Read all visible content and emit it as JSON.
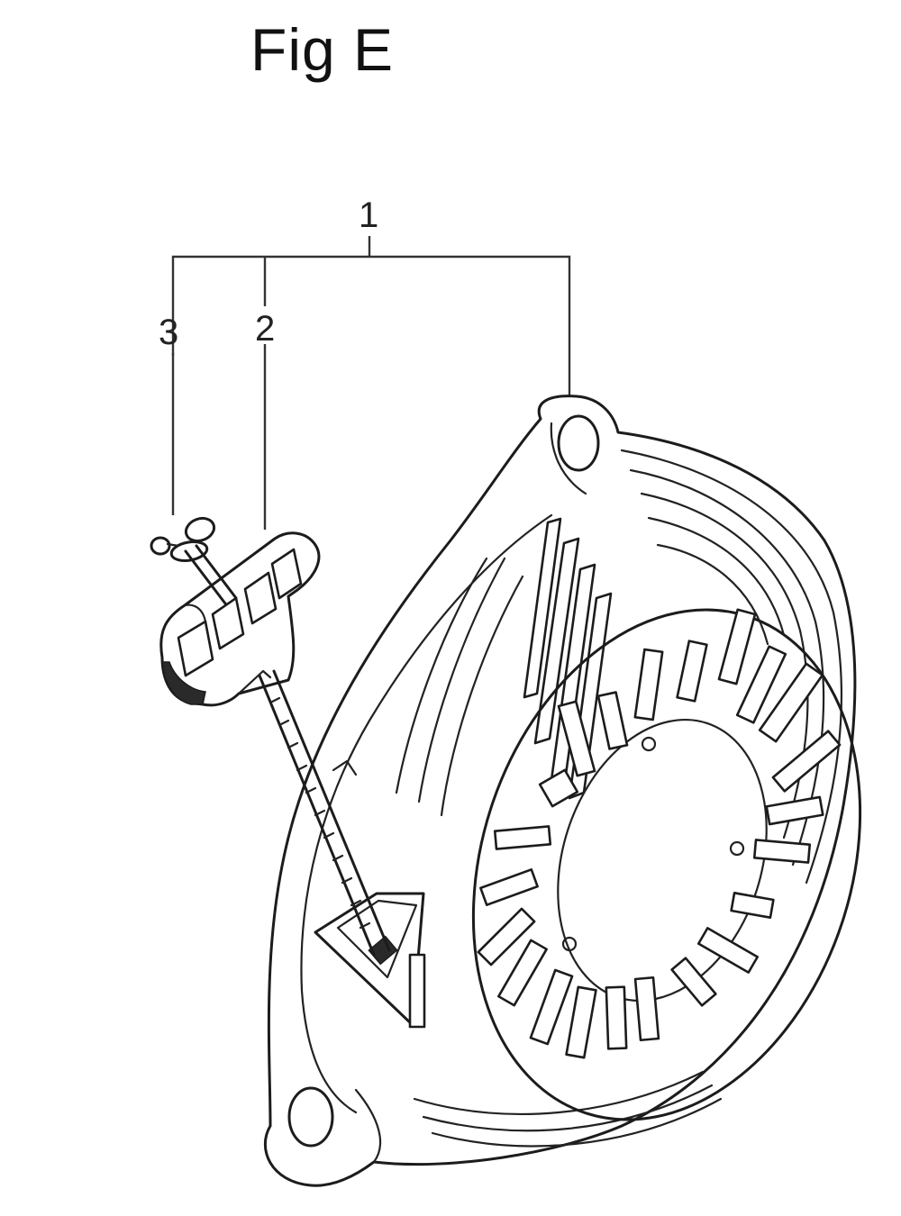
{
  "figure": {
    "title": "Fig E"
  },
  "callouts": [
    {
      "number": "1",
      "part": "recoil-starter-assembly"
    },
    {
      "number": "2",
      "part": "starter-handle"
    },
    {
      "number": "3",
      "part": "rope-end-knot"
    }
  ],
  "colors": {
    "line": "#1c1c1c",
    "background": "#ffffff"
  }
}
